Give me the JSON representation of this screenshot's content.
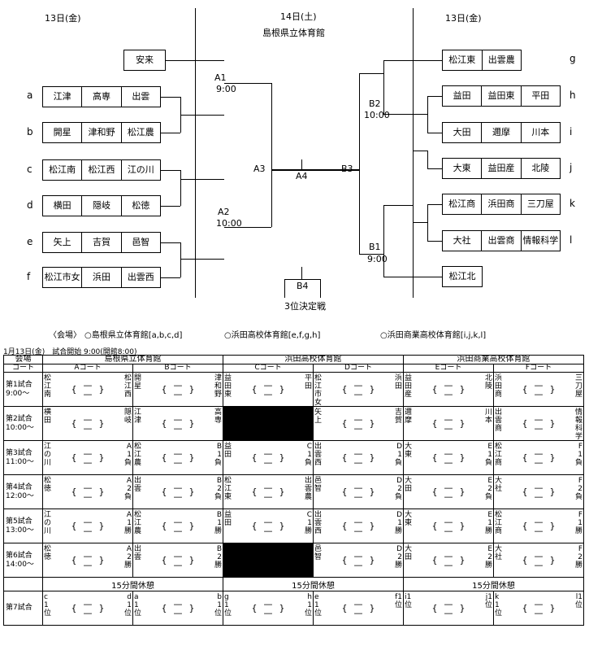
{
  "bracket": {
    "left_date": "13日(金)",
    "center_date": "14日(土)",
    "center_venue": "島根県立体育館",
    "right_date": "13日(金)",
    "seed_left": "安来",
    "groups_left": [
      {
        "id": "a",
        "teams": [
          "江津",
          "高専",
          "出雲"
        ]
      },
      {
        "id": "b",
        "teams": [
          "開星",
          "津和野",
          "松江農"
        ]
      },
      {
        "id": "c",
        "teams": [
          "松江南",
          "松江西",
          "江の川"
        ]
      },
      {
        "id": "d",
        "teams": [
          "横田",
          "隠岐",
          "松徳"
        ]
      },
      {
        "id": "e",
        "teams": [
          "矢上",
          "吉賀",
          "邑智"
        ]
      },
      {
        "id": "f",
        "teams": [
          "松江市女",
          "浜田",
          "出雲西"
        ]
      }
    ],
    "groups_right": [
      {
        "id": "g",
        "teams": [
          "松江東",
          "出雲農"
        ]
      },
      {
        "id": "h",
        "teams": [
          "益田",
          "益田東",
          "平田"
        ]
      },
      {
        "id": "i",
        "teams": [
          "大田",
          "邇摩",
          "川本"
        ]
      },
      {
        "id": "j",
        "teams": [
          "大東",
          "益田産",
          "北陵"
        ]
      },
      {
        "id": "k",
        "teams": [
          "松江商",
          "浜田商",
          "三刀屋"
        ]
      },
      {
        "id": "l",
        "teams": [
          "大社",
          "出雲商",
          "情報科学"
        ]
      }
    ],
    "seed_right": "松江北",
    "matches": {
      "a1": {
        "label": "A1",
        "time": "9:00"
      },
      "a2": {
        "label": "A2",
        "time": "10:00"
      },
      "b2": {
        "label": "B2",
        "time": "10:00"
      },
      "b1": {
        "label": "B1",
        "time": "9:00"
      },
      "a3": "A3",
      "a4": "A4",
      "b3": "B3",
      "b4": "B4",
      "third_place": "3位決定戦"
    }
  },
  "venues": {
    "label": "〈会場〉",
    "v1": "○島根県立体育館[a,b,c,d]",
    "v2": "○浜田高校体育館[e,f,g,h]",
    "v3": "○浜田商業高校体育館[i,j,k,l]"
  },
  "schedule": {
    "meta": "1月13日(金)　試合開始 9:00(開館8:00)",
    "head_venue": "会場",
    "head_court": "コート",
    "venues": [
      "島根県立体育館",
      "浜田高校体育館",
      "浜田商業高校体育館"
    ],
    "courts": [
      "Aコート",
      "Bコート",
      "Cコート",
      "Dコート",
      "Eコート",
      "Fコート"
    ],
    "rest": "15分間休憩",
    "rows": [
      {
        "label": "第1試合\n9:00〜",
        "cells": [
          [
            "松江南",
            "松江西"
          ],
          [
            "開星",
            "津和野"
          ],
          [
            "益田東",
            "平田"
          ],
          [
            "松江市女",
            "浜田"
          ],
          [
            "益田産",
            "北陵"
          ],
          [
            "浜田商",
            "三刀屋"
          ]
        ]
      },
      {
        "label": "第2試合\n10:00〜",
        "cells": [
          [
            "横田",
            "隠岐"
          ],
          [
            "江津",
            "高専"
          ],
          null,
          [
            "矢上",
            "吉賀"
          ],
          [
            "邇摩",
            "川本"
          ],
          [
            "出雲商",
            "情報科学"
          ]
        ]
      },
      {
        "label": "第3試合\n11:00〜",
        "cells": [
          [
            "江の川",
            "A1負"
          ],
          [
            "松江農",
            "B1負"
          ],
          [
            "益田",
            "C1負"
          ],
          [
            "出雲西",
            "D1負"
          ],
          [
            "大東",
            "E1負"
          ],
          [
            "松江商",
            "F1負"
          ]
        ]
      },
      {
        "label": "第4試合\n12:00〜",
        "cells": [
          [
            "松徳",
            "A2負"
          ],
          [
            "出雲",
            "B2負"
          ],
          [
            "松江東",
            "出雲農"
          ],
          [
            "邑智",
            "D2負"
          ],
          [
            "大田",
            "E2負"
          ],
          [
            "大社",
            "F2負"
          ]
        ]
      },
      {
        "label": "第5試合\n13:00〜",
        "cells": [
          [
            "江の川",
            "A1勝"
          ],
          [
            "松江農",
            "B1勝"
          ],
          [
            "益田",
            "C1勝"
          ],
          [
            "出雲西",
            "D1勝"
          ],
          [
            "大東",
            "E1勝"
          ],
          [
            "松江商",
            "F1勝"
          ]
        ]
      },
      {
        "label": "第6試合\n14:00〜",
        "cells": [
          [
            "松徳",
            "A2勝"
          ],
          [
            "出雲",
            "B2勝"
          ],
          null,
          [
            "邑智",
            "D2勝"
          ],
          [
            "大田",
            "E2勝"
          ],
          [
            "大社",
            "F2勝"
          ]
        ]
      }
    ],
    "final_row": {
      "label": "第7試合",
      "cells": [
        [
          "c1位",
          "d1位"
        ],
        [
          "a1位",
          "b1位"
        ],
        [
          "g1位",
          "h1位"
        ],
        [
          "e1位",
          "f1位"
        ],
        [
          "i1位",
          "j1位"
        ],
        [
          "k1位",
          "l1位"
        ]
      ]
    }
  }
}
